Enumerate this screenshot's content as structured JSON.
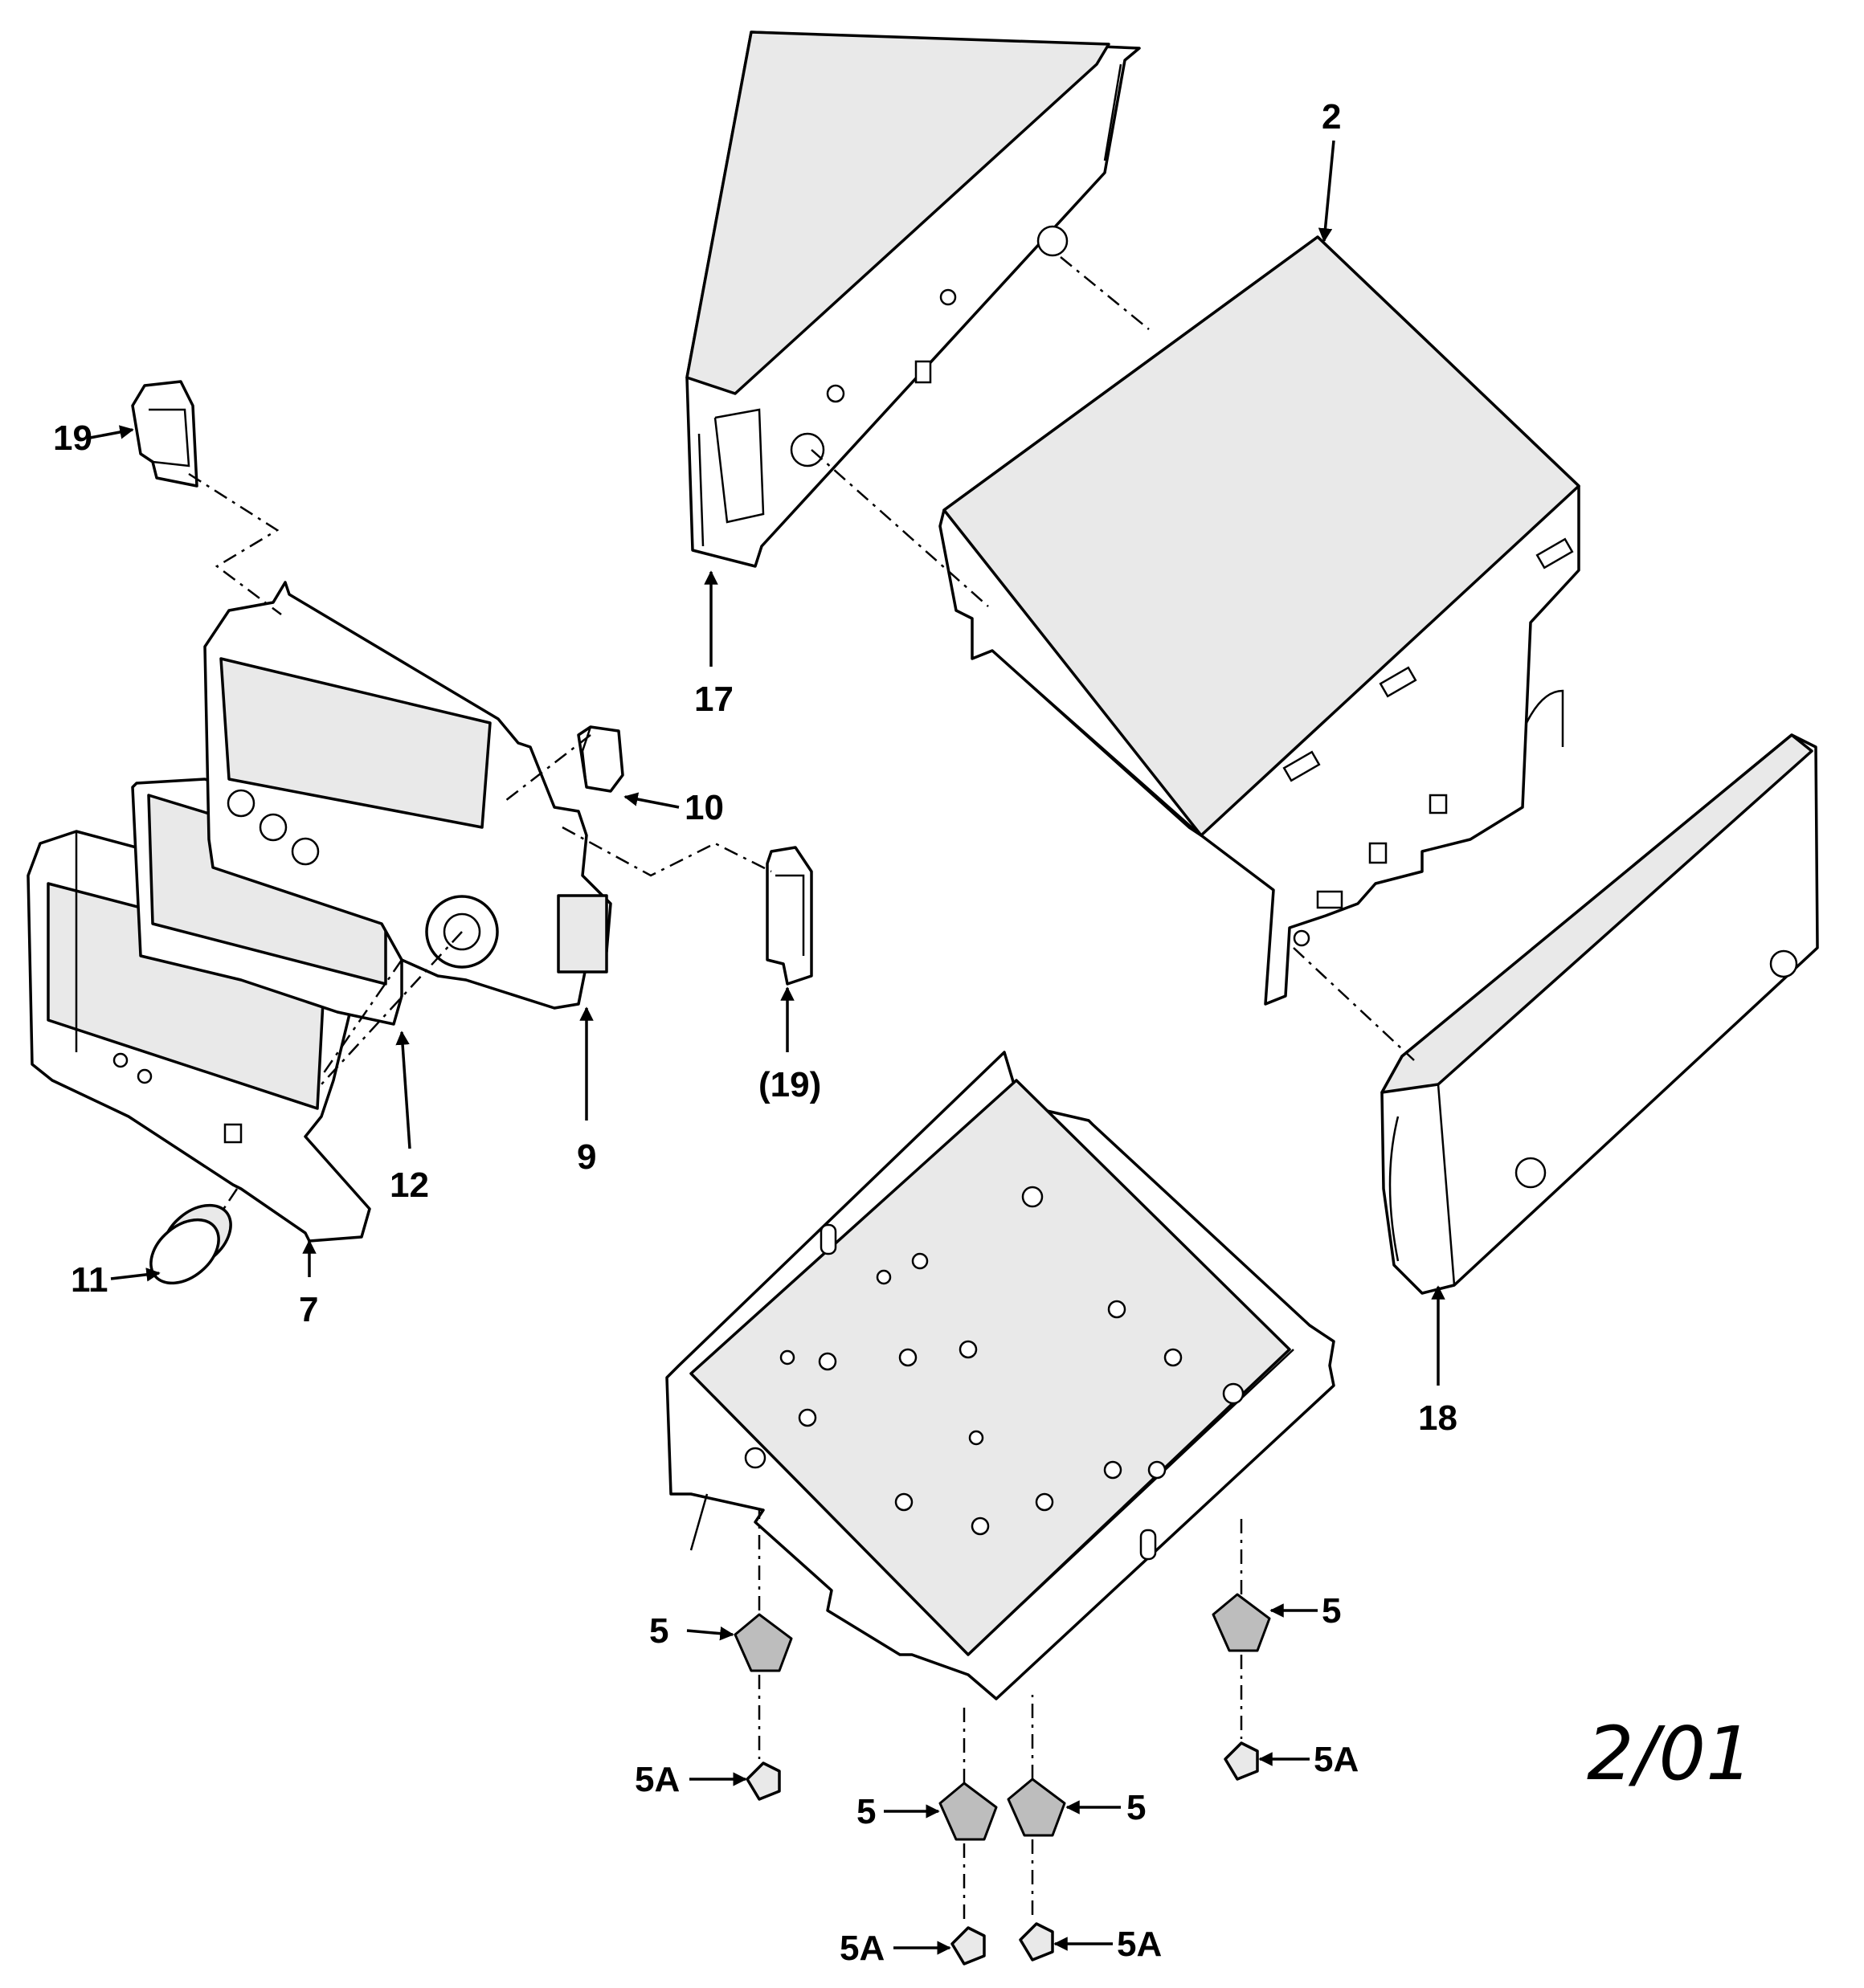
{
  "callouts": {
    "c2": "2",
    "c5a": "5",
    "c5b": "5",
    "c5c": "5",
    "c5d": "5",
    "c5A_a": "5A",
    "c5A_b": "5A",
    "c5A_c": "5A",
    "c5A_d": "5A",
    "c7": "7",
    "c9": "9",
    "c10": "10",
    "c11": "11",
    "c12": "12",
    "c17": "17",
    "c18": "18",
    "c19": "19",
    "c19p": "(19)"
  },
  "date_stamp": "2/01",
  "colors": {
    "line": "#000000",
    "paper": "#ffffff"
  }
}
